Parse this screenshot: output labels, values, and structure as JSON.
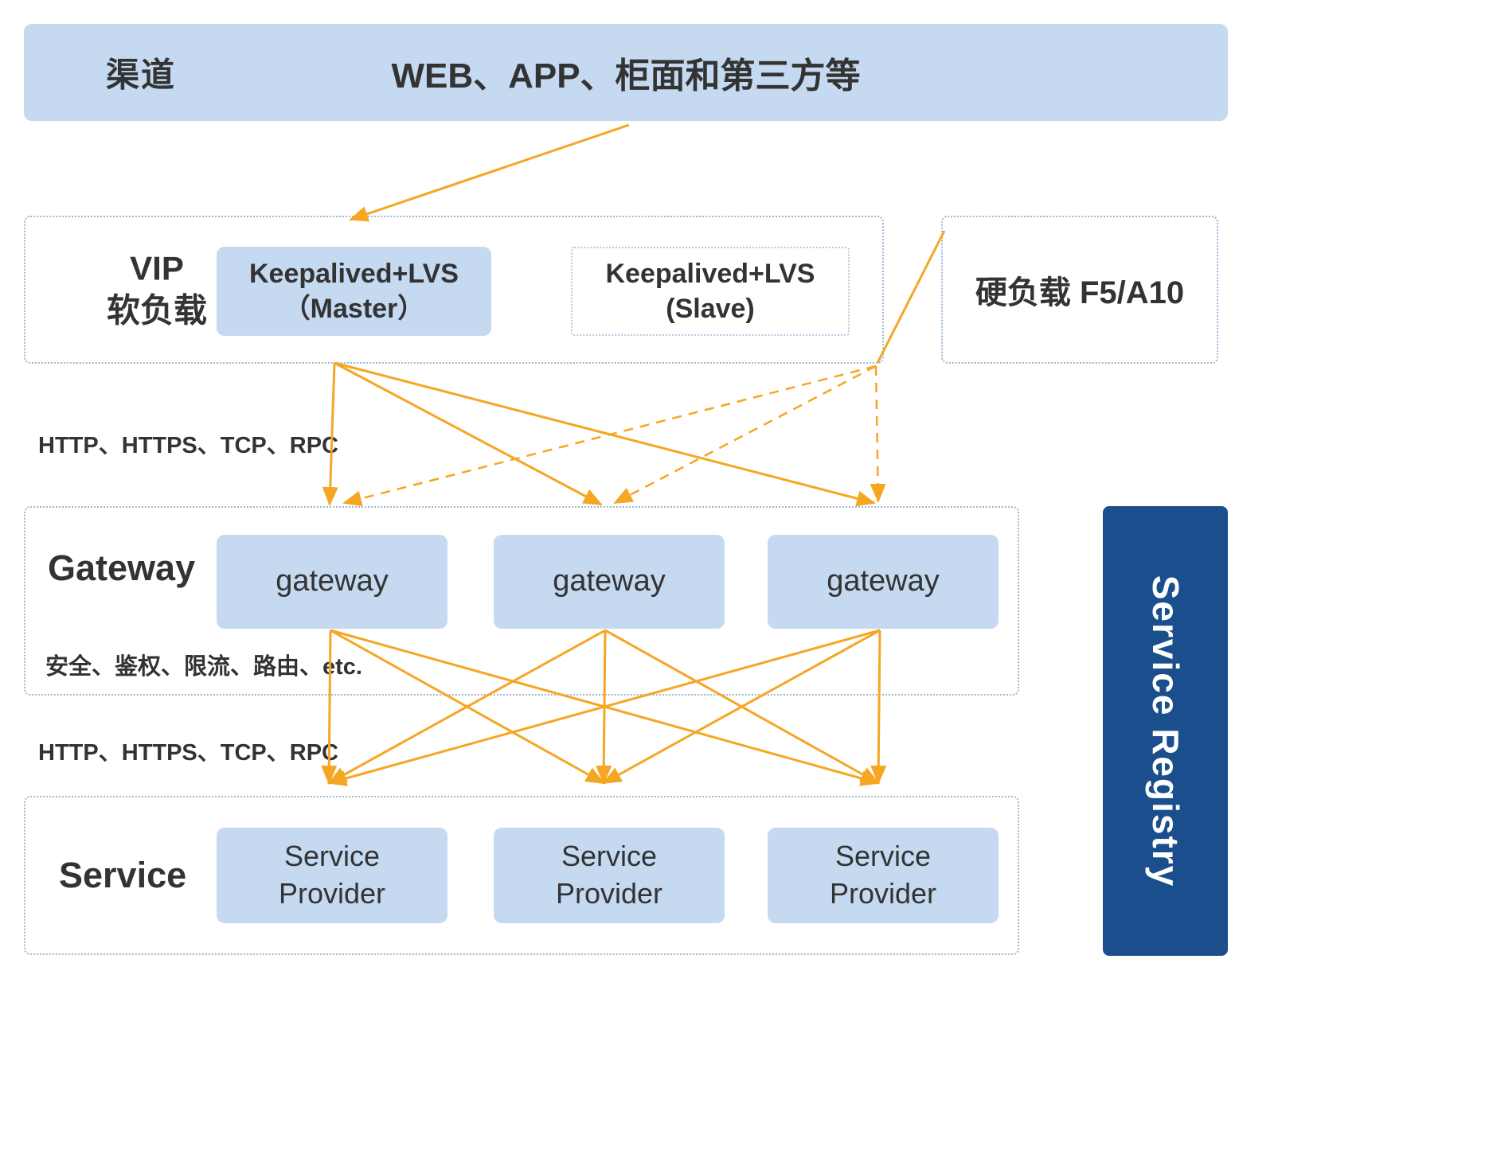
{
  "colors": {
    "light_blue": "#c5d9f1",
    "navy": "#1b4e8c",
    "orange": "#f5a623",
    "ink": "#333333"
  },
  "header": {
    "channel_label": "渠道",
    "title": "WEB、APP、柜面和第三方等"
  },
  "vip_section": {
    "label": "VIP\n软负载",
    "master_label": "Keepalived+LVS\n（Master）",
    "slave_label": "Keepalived+LVS\n(Slave)"
  },
  "hard_load": {
    "label": "硬负载  F5/A10"
  },
  "protocol_label_1": "HTTP、HTTPS、TCP、RPC",
  "gateway_section": {
    "label": "Gateway",
    "nodes": [
      "gateway",
      "gateway",
      "gateway"
    ],
    "features_note": "安全、鉴权、限流、路由、etc."
  },
  "protocol_label_2": "HTTP、HTTPS、TCP、RPC",
  "service_section": {
    "label": "Service",
    "nodes": [
      "Service\nProvider",
      "Service\nProvider",
      "Service\nProvider"
    ]
  },
  "registry": {
    "label": "Service Registry"
  }
}
